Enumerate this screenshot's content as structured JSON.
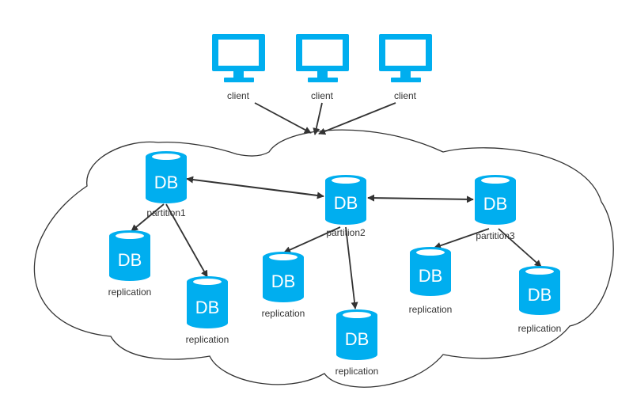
{
  "colors": {
    "accent": "#00AEEF",
    "cloud_stroke": "#333333",
    "edge": "#333333",
    "label": "#333333"
  },
  "icons": {
    "client": "monitor-icon",
    "database": "database-cylinder-icon"
  },
  "clients": [
    {
      "label": "client"
    },
    {
      "label": "client"
    },
    {
      "label": "client"
    }
  ],
  "partitions": [
    {
      "db_text": "DB",
      "label": "partition1"
    },
    {
      "db_text": "DB",
      "label": "partition2"
    },
    {
      "db_text": "DB",
      "label": "partition3"
    }
  ],
  "replications": [
    {
      "db_text": "DB",
      "label": "replication"
    },
    {
      "db_text": "DB",
      "label": "replication"
    },
    {
      "db_text": "DB",
      "label": "replication"
    },
    {
      "db_text": "DB",
      "label": "replication"
    },
    {
      "db_text": "DB",
      "label": "replication"
    },
    {
      "db_text": "DB",
      "label": "replication"
    }
  ]
}
